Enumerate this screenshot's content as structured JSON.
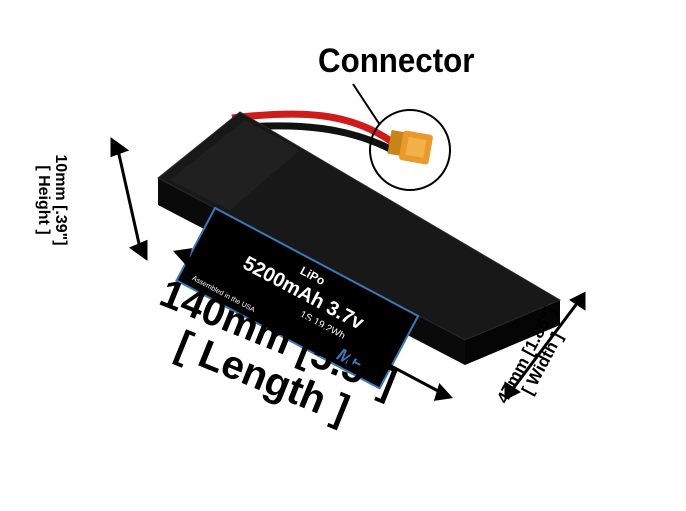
{
  "callout": {
    "label": "Connector"
  },
  "dimensions": {
    "height": {
      "line1": "10mm [.39\"]",
      "line2": "[ Height ]"
    },
    "length": {
      "line1": "140mm [5.5\"]",
      "line2": "[ Length ]"
    },
    "width": {
      "line1": "47mm [1.85\"]",
      "line2": "[ Width ]"
    }
  },
  "label": {
    "chemistry": "LiPo",
    "rating": "5200mAh 3.7v",
    "cells": "1S 19.2Wh",
    "assembled": "Assembled in the USA",
    "brand": "MF"
  },
  "colors": {
    "pack": "#111111",
    "label_border": "#3b78b8",
    "connector": "#e99a2b",
    "wire_red": "#d01b1b"
  }
}
